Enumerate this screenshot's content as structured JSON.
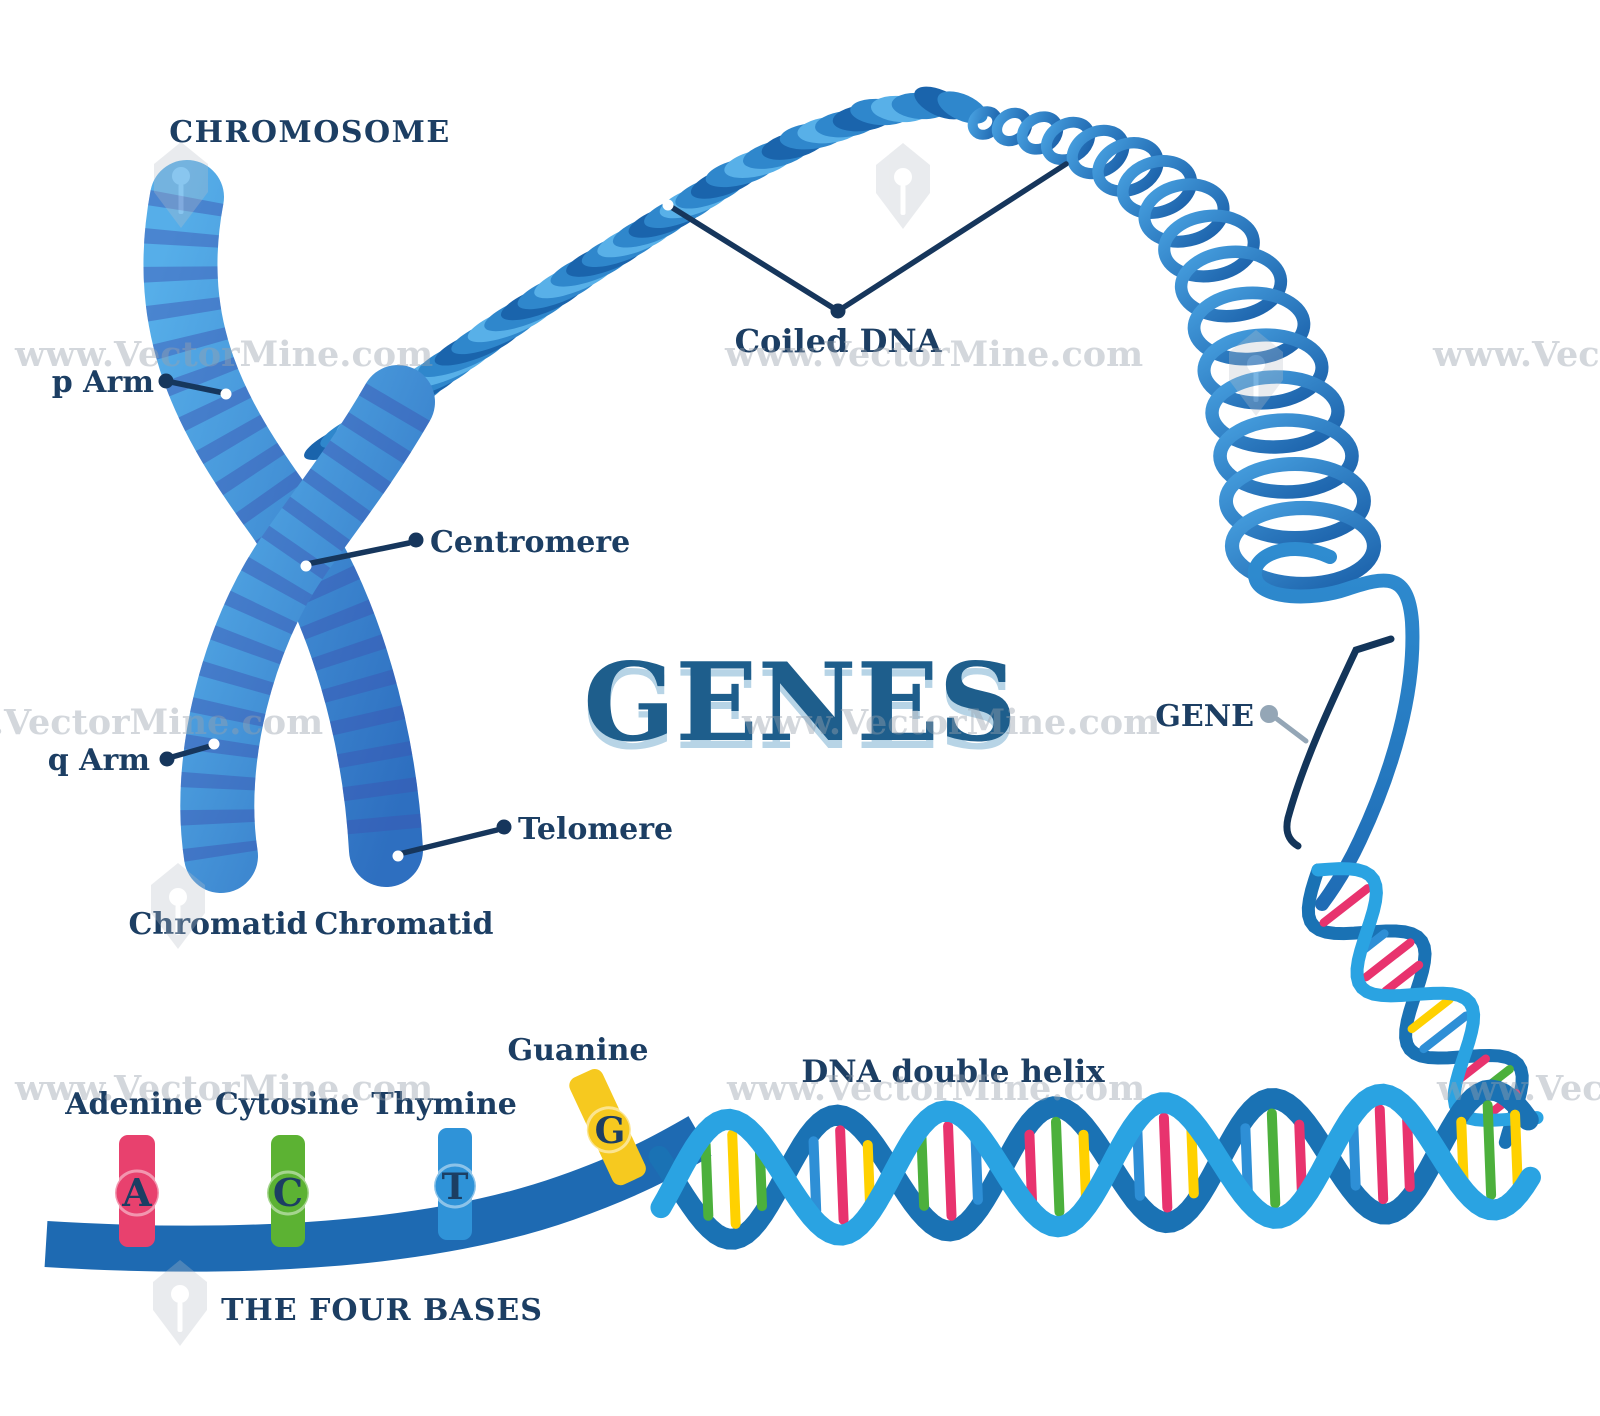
{
  "title": {
    "text": "GENES"
  },
  "watermark": {
    "text": "www.VectorMine.com"
  },
  "chromosome": {
    "title": "CHROMOSOME",
    "p_arm": "p Arm",
    "q_arm": "q Arm",
    "centromere": "Centromere",
    "telomere": "Telomere",
    "chromatid_left": "Chromatid",
    "chromatid_right": "Chromatid"
  },
  "coiled_dna": {
    "label": "Coiled DNA"
  },
  "gene": {
    "label": "GENE"
  },
  "dna": {
    "double_helix_label": "DNA double helix",
    "rung_sequence": [
      "green",
      "yellow",
      "green",
      "blue",
      "pink",
      "yellow",
      "green",
      "pink",
      "blue",
      "pink",
      "green",
      "yellow",
      "blue",
      "pink",
      "yellow",
      "blue",
      "green",
      "pink",
      "blue",
      "pink",
      "pink",
      "yellow"
    ],
    "diagonal_rung_sequence": [
      "pink",
      "blue",
      "pink",
      "pink",
      "yellow",
      "blue",
      "pink",
      "green",
      "pink",
      "blue",
      "pink",
      "pink"
    ]
  },
  "bases": {
    "heading": "THE FOUR BASES",
    "items": [
      {
        "name": "Adenine",
        "letter": "A",
        "color": "#e8416e"
      },
      {
        "name": "Cytosine",
        "letter": "C",
        "color": "#5cb233"
      },
      {
        "name": "Thymine",
        "letter": "T",
        "color": "#2f93d8"
      },
      {
        "name": "Guanine",
        "letter": "G",
        "color": "#f6c91f"
      }
    ]
  },
  "colors": {
    "label_navy": "#1c3e63",
    "title_blue": "#1e5e8c",
    "strand_light": "#2aa3e2",
    "strand_dark": "#1a72b4",
    "ribbon_blue": "#1e6ab2",
    "rung_pink": "#e8336e",
    "rung_yellow": "#ffd100",
    "rung_green": "#4cb03c",
    "rung_blue": "#2e8fd6",
    "watermark_gray": "#9aa3ae"
  }
}
